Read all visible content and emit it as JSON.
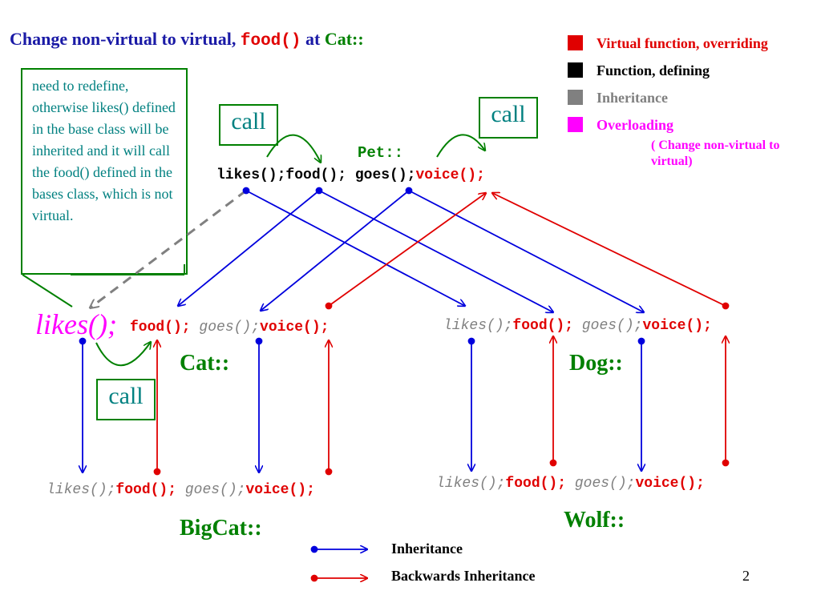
{
  "title": {
    "prefix": "Change non-virtual to virtual, ",
    "func": "food()",
    "mid": " at ",
    "cls": "Cat::"
  },
  "legend": [
    {
      "label": "Virtual function, overriding",
      "color": "#e00000"
    },
    {
      "label": "Function, defining",
      "color": "#000000"
    },
    {
      "label": "Inheritance",
      "color": "#808080"
    },
    {
      "label": "Overloading",
      "color": "#ff00ff"
    }
  ],
  "legend_note": "( Change non-virtual to virtual)",
  "note": "need to redefine, otherwise likes() defined in the base class will be inherited and it will call the food() defined in the bases class, which is not virtual.",
  "call_labels": {
    "left_top": "call",
    "right_top": "call",
    "cat": "call"
  },
  "pet": {
    "label": "Pet::",
    "likes": "likes();",
    "food": "food(); ",
    "goes": "goes();",
    "voice": "voice();"
  },
  "cat": {
    "label": "Cat::",
    "likes": "likes();",
    "food": "food();",
    "goes": " goes();",
    "voice": "voice();"
  },
  "dog": {
    "label": "Dog::",
    "likes": "likes();",
    "food": "food();",
    "goes": " goes();",
    "voice": "voice();"
  },
  "bigcat": {
    "label": "BigCat::",
    "likes": "likes();",
    "food": "food();",
    "goes": " goes();",
    "voice": "voice();"
  },
  "wolf": {
    "label": "Wolf::",
    "likes": "likes();",
    "food": "food();",
    "goes": " goes();",
    "voice": "voice();"
  },
  "bottom_legend": {
    "inheritance": "Inheritance",
    "backwards": "Backwards Inheritance"
  },
  "page_number": "2",
  "colors": {
    "inheritance": "#0000dd",
    "backwards": "#e00000",
    "call_arc": "#008000",
    "dashed": "#808080"
  }
}
